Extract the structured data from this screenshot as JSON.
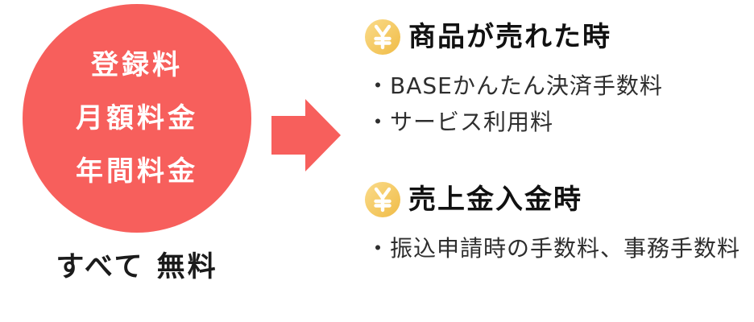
{
  "colors": {
    "accent_red": "#F75F5C",
    "coin_gold": "#F0BC47",
    "coin_gold_light": "#FADB8A",
    "heading_text": "#111111",
    "body_text": "#2E2E2E",
    "circle_text": "#FFFFFF",
    "background": "#FFFFFF"
  },
  "left": {
    "circle_lines": [
      "登録料",
      "月額料金",
      "年間料金"
    ],
    "caption": "すべて 無料"
  },
  "sections": [
    {
      "title": "商品が売れた時",
      "items": [
        "・BASEかんたん決済手数料",
        "・サービス利用料"
      ]
    },
    {
      "title": "売上金入金時",
      "items": [
        "・振込申請時の手数料、事務手数料"
      ]
    }
  ]
}
